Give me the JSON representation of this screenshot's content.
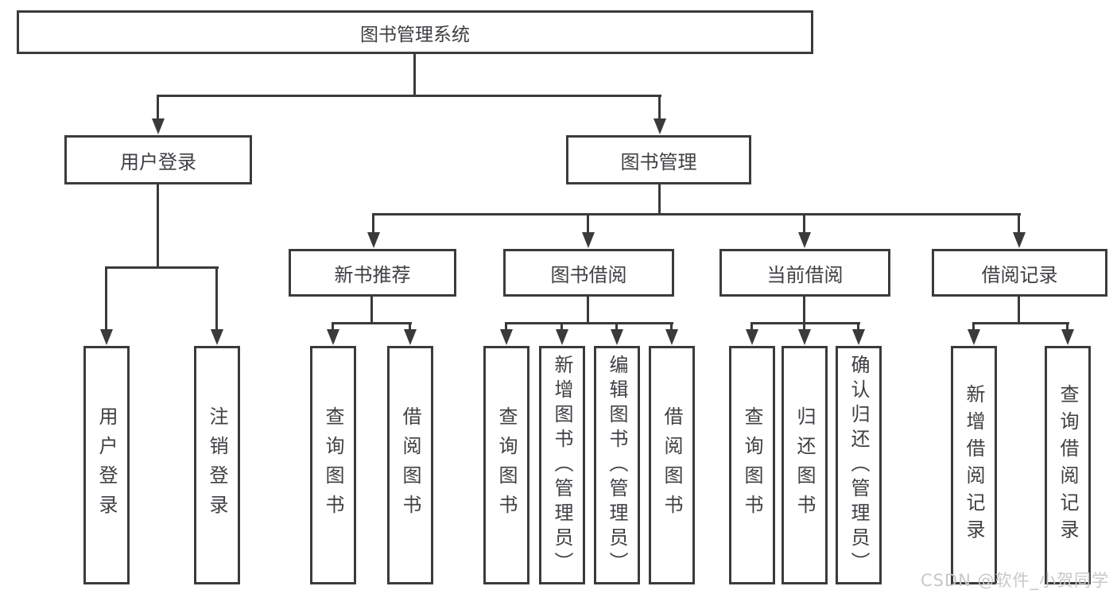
{
  "tree": {
    "root": "图书管理系统",
    "branches": [
      {
        "label": "用户登录",
        "leaves": [
          "用户登录",
          "注销登录"
        ]
      },
      {
        "label": "图书管理",
        "groups": [
          {
            "label": "新书推荐",
            "leaves": [
              "查询图书",
              "借阅图书"
            ]
          },
          {
            "label": "图书借阅",
            "leaves": [
              "查询图书",
              "新增图书（管理员）",
              "编辑图书（管理员）",
              "借阅图书"
            ]
          },
          {
            "label": "当前借阅",
            "leaves": [
              "查询图书",
              "归还图书",
              "确认归还（管理员）"
            ]
          },
          {
            "label": "借阅记录",
            "leaves": [
              "新增借阅记录",
              "查询借阅记录"
            ]
          }
        ]
      }
    ]
  },
  "watermark": {
    "text": "CSDN @软件_小贺同学"
  },
  "colors": {
    "line": "#3a3a3a",
    "border": "#3b3b3b",
    "text": "#3f3f44",
    "watermark": "#c8c8c8",
    "background": "#ffffff"
  }
}
